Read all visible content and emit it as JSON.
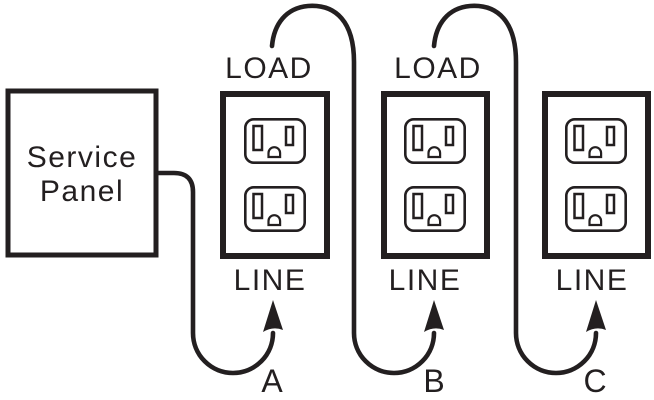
{
  "diagram": {
    "service_panel": {
      "line1": "Service",
      "line2": "Panel"
    },
    "receptacles": [
      {
        "load_label": "LOAD",
        "line_label": "LINE",
        "arrow_label": "A"
      },
      {
        "load_label": "LOAD",
        "line_label": "LINE",
        "arrow_label": "B"
      },
      {
        "line_label": "LINE",
        "arrow_label": "C"
      }
    ],
    "colors": {
      "ink": "#231f20",
      "background": "#ffffff"
    }
  }
}
